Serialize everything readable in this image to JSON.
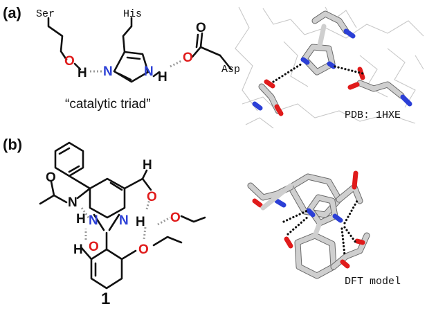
{
  "panels": {
    "a": {
      "label": "(a)",
      "residues": {
        "ser": "Ser",
        "his": "His",
        "asp": "Asp"
      },
      "atoms": {
        "o1": "O",
        "h1": "H",
        "n1": "N",
        "n2": "N",
        "h2": "H",
        "o2": "O",
        "o3": "O"
      },
      "caption": "“catalytic triad”",
      "pdb_label": "PDB: 1HXE"
    },
    "b": {
      "label": "(b)",
      "compound_number": "1",
      "atoms": {
        "h_ald": "H",
        "o_ald": "O",
        "o_amide": "O",
        "n_amide": "N",
        "h_amide": "H",
        "n_left": "N",
        "n_right": "N",
        "h_nh": "H",
        "o_right": "O",
        "o_left": "O",
        "h_oh": "H",
        "o_ether": "O"
      },
      "model_label": "DFT model"
    }
  },
  "colors": {
    "oxygen": "#e01b1b",
    "nitrogen": "#2b3fd6",
    "carbon": "#111111",
    "hbond": "#9a9a9a"
  }
}
